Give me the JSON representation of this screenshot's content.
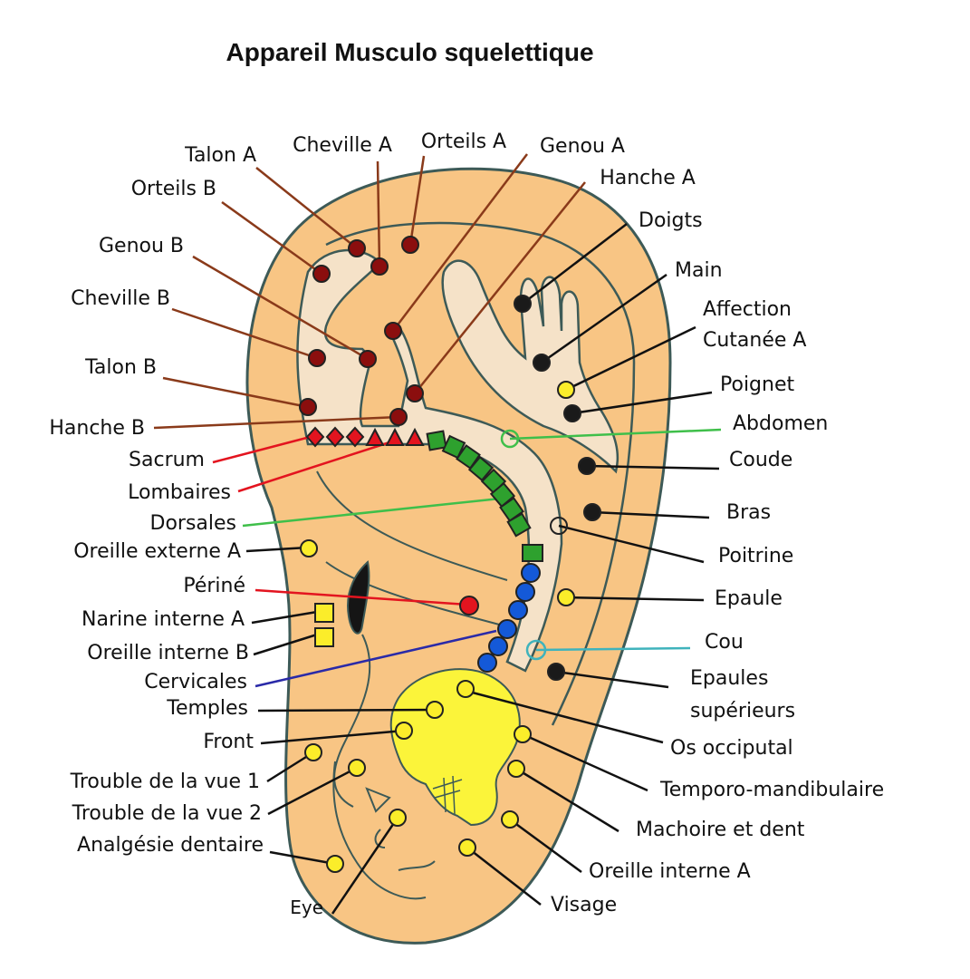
{
  "title": "Appareil Musculo squelettique",
  "colors": {
    "ear_outer": "#f8c584",
    "ear_inner": "#f5e2c8",
    "outline": "#3d5a57",
    "brown_point": "#8b0e0e",
    "brown_line": "#8a3a1a",
    "black_point": "#1a1a1a",
    "yellow_point": "#fbed2a",
    "red_point": "#e3141f",
    "green_point": "#2ea12e",
    "blue_point": "#1459d8",
    "cyan_line": "#3fb3bc",
    "green_line": "#3fbf4a",
    "blue_line": "#2a2aa8",
    "skull": "#fbf43a"
  },
  "labels": [
    {
      "id": "talon-a",
      "text": "Talon A",
      "color": "brown"
    },
    {
      "id": "cheville-a",
      "text": "Cheville A",
      "color": "brown"
    },
    {
      "id": "orteils-a",
      "text": "Orteils A",
      "color": "brown"
    },
    {
      "id": "genou-a",
      "text": "Genou A",
      "color": "brown"
    },
    {
      "id": "hanche-a",
      "text": "Hanche A",
      "color": "brown"
    },
    {
      "id": "orteils-b",
      "text": "Orteils B",
      "color": "brown"
    },
    {
      "id": "genou-b",
      "text": "Genou B",
      "color": "brown"
    },
    {
      "id": "cheville-b",
      "text": "Cheville B",
      "color": "brown"
    },
    {
      "id": "talon-b",
      "text": "Talon B",
      "color": "brown"
    },
    {
      "id": "hanche-b",
      "text": "Hanche B",
      "color": "brown"
    },
    {
      "id": "sacrum",
      "text": "Sacrum",
      "color": "red"
    },
    {
      "id": "lombaires",
      "text": "Lombaires",
      "color": "red"
    },
    {
      "id": "dorsales",
      "text": "Dorsales",
      "color": "green"
    },
    {
      "id": "oreille-externe-a",
      "text": "Oreille externe A",
      "color": "yellow"
    },
    {
      "id": "perine",
      "text": "Périné",
      "color": "red"
    },
    {
      "id": "narine-interne-a",
      "text": "Narine interne A",
      "color": "yellow"
    },
    {
      "id": "oreille-interne-b",
      "text": "Oreille interne B",
      "color": "yellow"
    },
    {
      "id": "cervicales",
      "text": "Cervicales",
      "color": "blue"
    },
    {
      "id": "temples",
      "text": "Temples",
      "color": "yellow"
    },
    {
      "id": "front",
      "text": "Front",
      "color": "yellow"
    },
    {
      "id": "trouble-vue-1",
      "text": "Trouble de la vue 1",
      "color": "yellow"
    },
    {
      "id": "trouble-vue-2",
      "text": "Trouble de la vue 2",
      "color": "yellow"
    },
    {
      "id": "analgesie-dentaire",
      "text": "Analgésie dentaire",
      "color": "yellow"
    },
    {
      "id": "eye",
      "text": "Eye",
      "color": "yellow"
    },
    {
      "id": "doigts",
      "text": "Doigts",
      "color": "black"
    },
    {
      "id": "main",
      "text": "Main",
      "color": "black"
    },
    {
      "id": "affection-cutanee-a-1",
      "text": "Affection",
      "color": "yellow"
    },
    {
      "id": "affection-cutanee-a-2",
      "text": "Cutanée A",
      "color": "yellow"
    },
    {
      "id": "poignet",
      "text": "Poignet",
      "color": "black"
    },
    {
      "id": "abdomen",
      "text": "Abdomen",
      "color": "green"
    },
    {
      "id": "coude",
      "text": "Coude",
      "color": "black"
    },
    {
      "id": "bras",
      "text": "Bras",
      "color": "black"
    },
    {
      "id": "poitrine",
      "text": "Poitrine",
      "color": "white"
    },
    {
      "id": "epaule",
      "text": "Epaule",
      "color": "yellow"
    },
    {
      "id": "cou",
      "text": "Cou",
      "color": "cyan"
    },
    {
      "id": "epaules-superieurs-1",
      "text": "Epaules",
      "color": "black"
    },
    {
      "id": "epaules-superieurs-2",
      "text": "supérieurs",
      "color": "black"
    },
    {
      "id": "os-occipital",
      "text": "Os occiputal",
      "color": "yellow"
    },
    {
      "id": "temporo-mandibulaire",
      "text": "Temporo-mandibulaire",
      "color": "yellow"
    },
    {
      "id": "machoire-et-dent",
      "text": "Machoire et dent",
      "color": "yellow"
    },
    {
      "id": "oreille-interne-a",
      "text": "Oreille interne A",
      "color": "yellow"
    },
    {
      "id": "visage",
      "text": "Visage",
      "color": "yellow"
    }
  ]
}
